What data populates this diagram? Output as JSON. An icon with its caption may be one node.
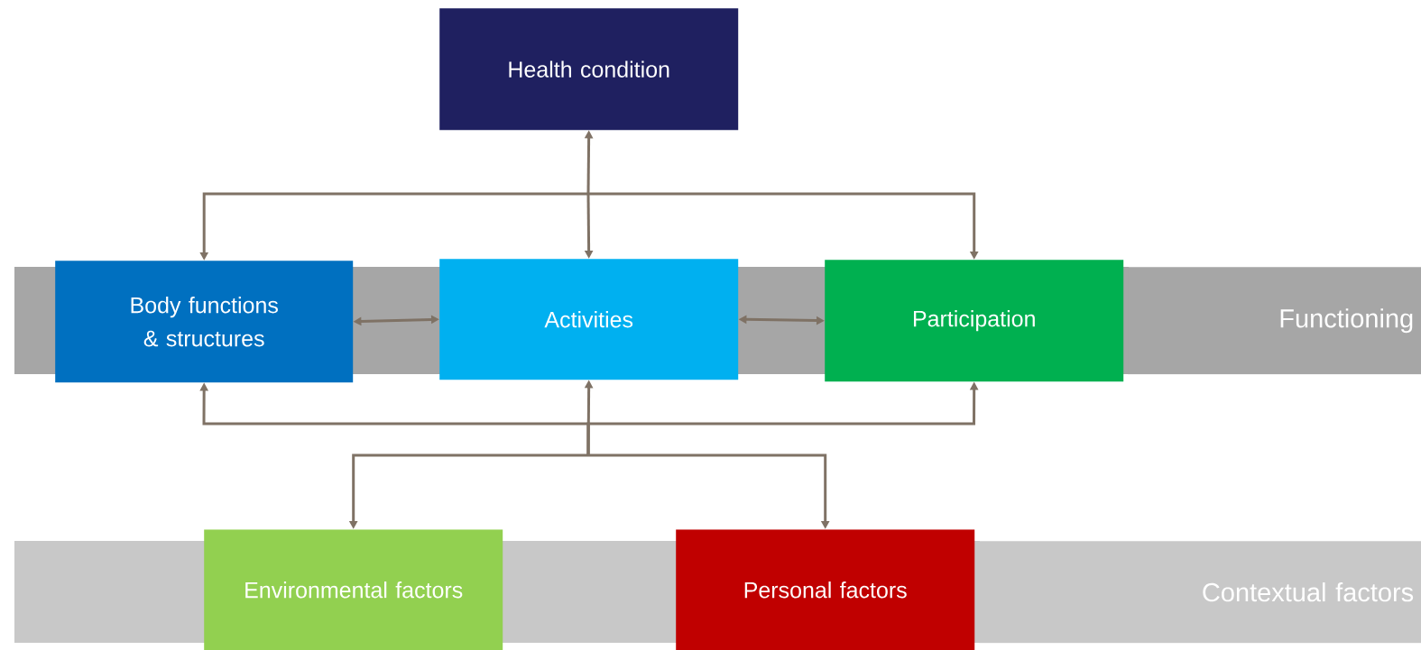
{
  "diagram": {
    "nodes": [
      {
        "text": [
          "Health condition"
        ]
      },
      {
        "text": [
          "Functioning"
        ]
      },
      {
        "text": [
          "Body functions & structures"
        ]
      },
      {
        "text": [
          "Activities"
        ]
      },
      {
        "text": [
          "Participation"
        ]
      },
      {
        "text": [
          "Contextual factors"
        ]
      },
      {
        "text": [
          "Environmental factors"
        ]
      },
      {
        "text": [
          "Personal factors"
        ]
      }
    ],
    "edges": [
      {
        "from": 0,
        "to": 2,
        "arrow": "both"
      },
      {
        "from": 0,
        "to": 3,
        "arrow": "both"
      },
      {
        "from": 0,
        "to": 4,
        "arrow": "both"
      },
      {
        "from": 2,
        "to": 3,
        "arrow": "both"
      },
      {
        "from": 3,
        "to": 4,
        "arrow": "both"
      },
      {
        "from": 6,
        "to": 2,
        "arrow": "both"
      },
      {
        "from": 6,
        "to": 3,
        "arrow": "both"
      },
      {
        "from": 6,
        "to": 4,
        "arrow": "both"
      },
      {
        "from": 7,
        "to": 2,
        "arrow": "both"
      },
      {
        "from": 7,
        "to": 3,
        "arrow": "both"
      },
      {
        "from": 7,
        "to": 4,
        "arrow": "both"
      }
    ]
  }
}
